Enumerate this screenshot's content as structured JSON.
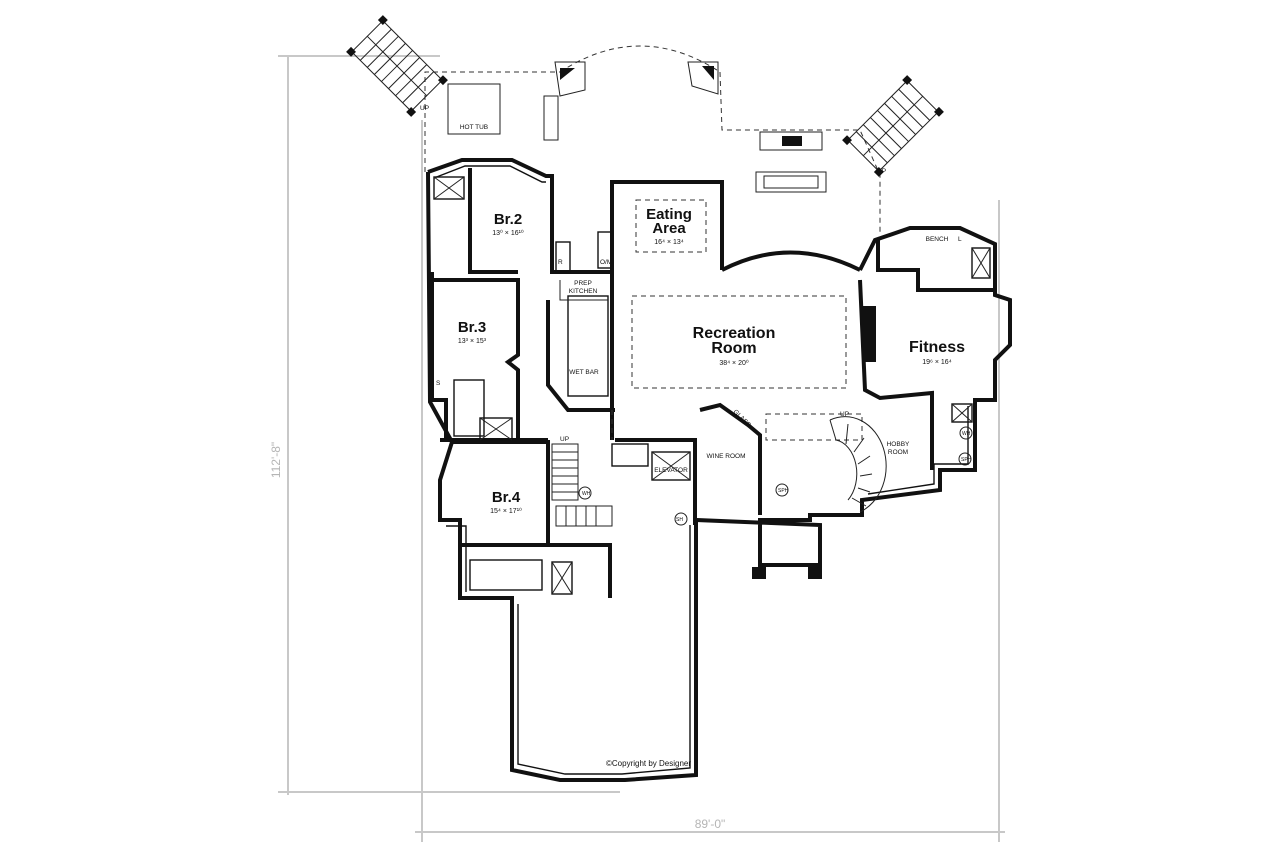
{
  "plan": {
    "dimensions": {
      "depth": "112'-8\"",
      "width": "89'-0\""
    },
    "rooms": {
      "br2": {
        "name": "Br.2",
        "size": "13⁰ × 16¹⁰"
      },
      "br3": {
        "name": "Br.3",
        "size": "13³ × 15³"
      },
      "br4": {
        "name": "Br.4",
        "size": "15⁴ × 17¹⁰"
      },
      "eating": {
        "name_line1": "Eating",
        "name_line2": "Area",
        "size": "16⁴ × 13⁴"
      },
      "recreation": {
        "name_line1": "Recreation",
        "name_line2": "Room",
        "size": "38⁴ × 20⁰"
      },
      "fitness": {
        "name": "Fitness",
        "size": "19⁶ × 16⁴"
      },
      "prep_kitchen_line1": "PREP",
      "prep_kitchen_line2": "KITCHEN",
      "wet_bar": "WET BAR",
      "wine_room": "WINE ROOM",
      "hobby_line1": "HOBBY",
      "hobby_line2": "ROOM",
      "elevator": "ELEVATOR",
      "hot_tub": "HOT TUB"
    },
    "labels": {
      "up_stair_left_deck": "UP",
      "up_stair_right_deck": "UP",
      "up_stair_main": "UP",
      "up_stair_spiral": "UP",
      "bench": "BENCH",
      "glass": "GLASS",
      "r": "R",
      "om": "O/M",
      "s": "S",
      "l": "L",
      "wh": "WH",
      "sh": "SH",
      "sph": "SPH",
      "wh2": "WH",
      "sph2": "SPH"
    },
    "copyright": "©Copyright by Designer",
    "colors": {
      "walls": "#111111",
      "dimension": "#c8c8c8"
    }
  }
}
